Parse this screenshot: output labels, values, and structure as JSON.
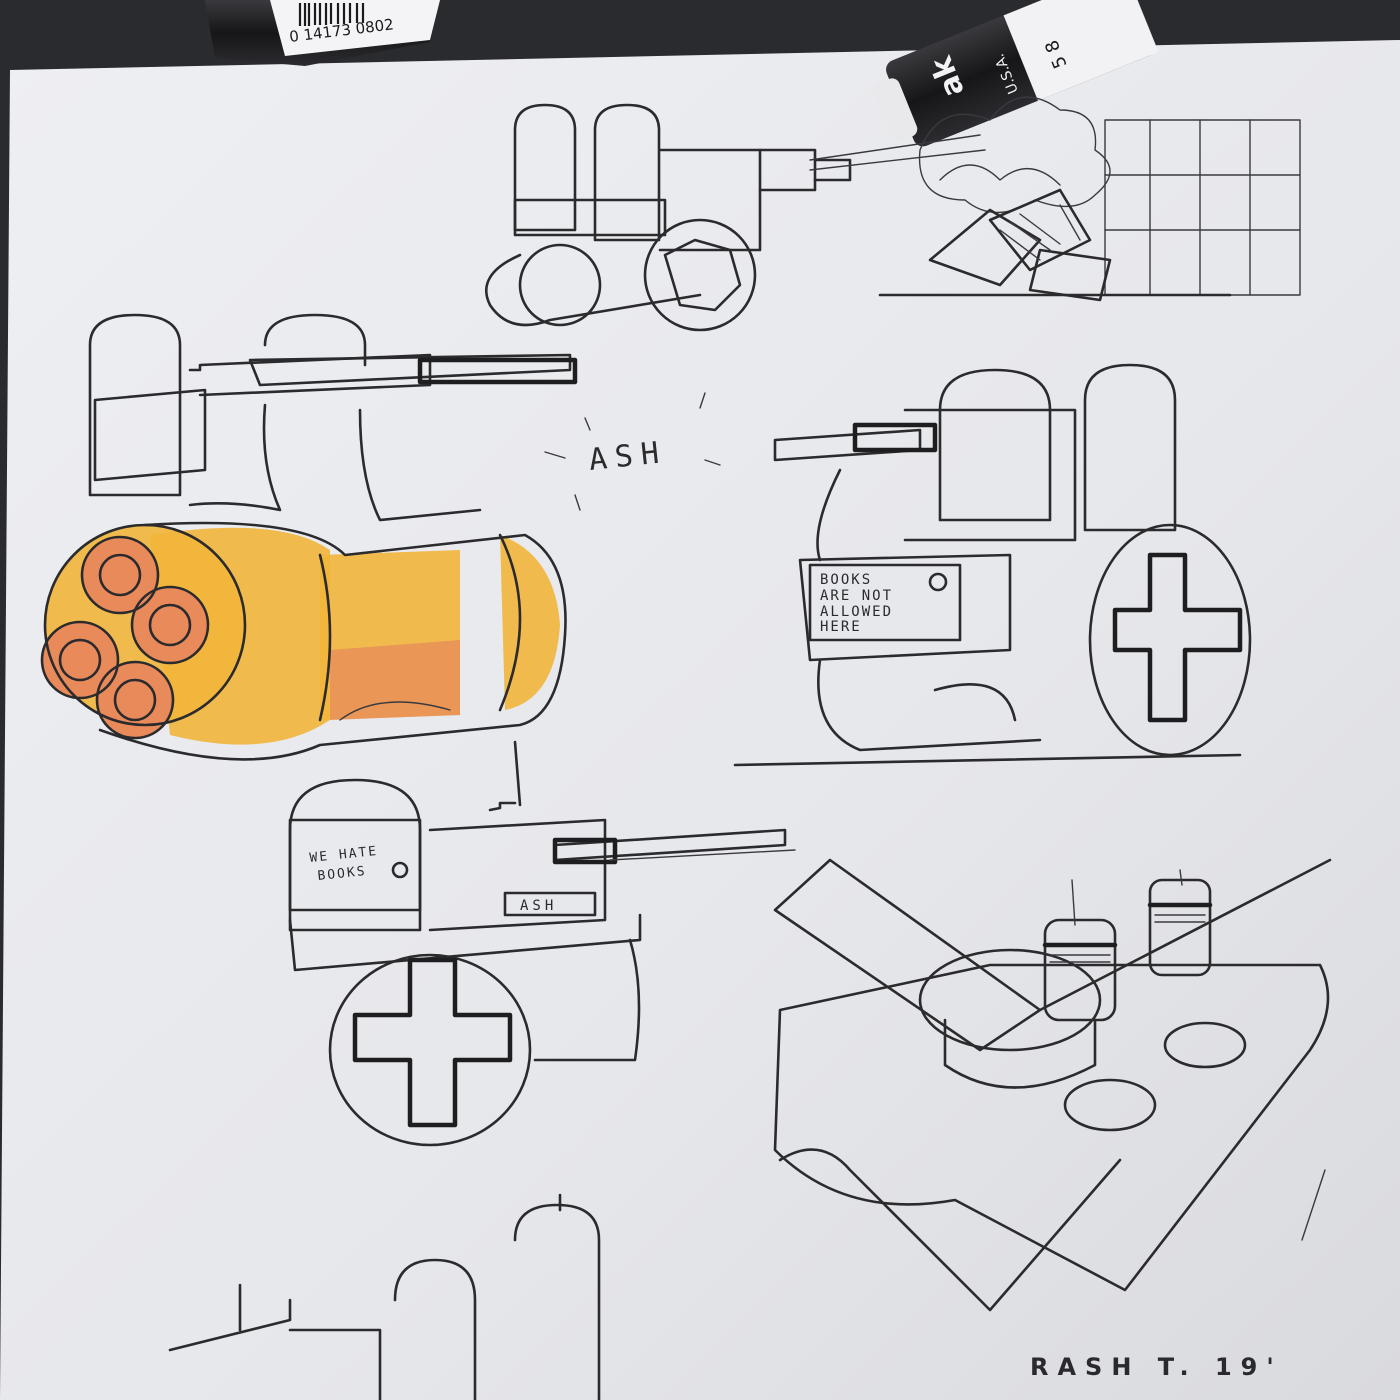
{
  "image": {
    "subject": "Ink concept sketches of small robot turrets on white paper with two markers",
    "colors": {
      "paper": "#e9eaee",
      "ink": "#2b2b2e",
      "marker_yellow": "#f1b63a",
      "marker_orange": "#e88a5a",
      "marker_body": "#1f1f22",
      "desk": "#2a2b2e"
    }
  },
  "markers": {
    "left": {
      "barcode_digits": "0 14173 0802",
      "brand": "",
      "origin": ""
    },
    "right": {
      "brand": "ak",
      "origin": "U.S.A.",
      "code": "5 8"
    }
  },
  "sketches": {
    "center_label": "ASH",
    "right_robot_sign": [
      "BOOKS",
      "ARE NOT",
      "ALLOWED",
      "HERE"
    ],
    "middle_robot_sign": [
      "WE HATE",
      "BOOKS"
    ],
    "middle_robot_badge": "ASH"
  },
  "signature": "RASH T. 19'"
}
